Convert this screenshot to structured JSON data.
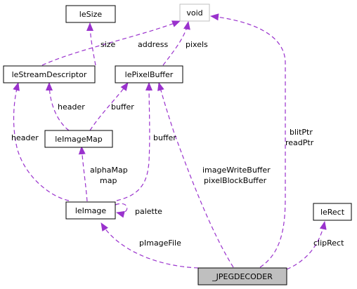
{
  "colors": {
    "edge": "#9a32cd",
    "node_border": "#000000",
    "void_border": "#bfbfbf",
    "selected_fill": "#bfbfbf"
  },
  "nodes": {
    "leSize": "leSize",
    "void": "void",
    "leStreamDescriptor": "leStreamDescriptor",
    "lePixelBuffer": "lePixelBuffer",
    "leImageMap": "leImageMap",
    "leImage": "leImage",
    "leRect": "leRect",
    "jpegdecoder": "_JPEGDECODER"
  },
  "edge_labels": {
    "size": "size",
    "address": "address",
    "pixels": "pixels",
    "header_streamdesc_imagemap": "header",
    "buffer_imagemap": "buffer",
    "header_streamdesc_image": "header",
    "buffer_image": "buffer",
    "alphamap": "alphaMap",
    "map": "map",
    "palette": "palette",
    "imagewritebuffer": "imageWriteBuffer",
    "pixelblockbuffer": "pixelBlockBuffer",
    "blitptr": "blitPtr",
    "readptr": "readPtr",
    "pimagefile": "pImageFile",
    "cliprect": "clipRect"
  }
}
